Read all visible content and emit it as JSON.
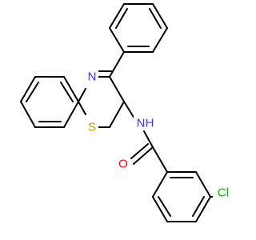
{
  "diagram": {
    "type": "chemical-structure",
    "atoms": {
      "N_ring": {
        "symbol": "N",
        "color": "#3333ff"
      },
      "S_ring": {
        "symbol": "S",
        "color": "#b3a100"
      },
      "N_amide": {
        "symbol": "N",
        "color": "#3333ff"
      },
      "H_amide": {
        "symbol": "H",
        "color": "#3333ff"
      },
      "O_carbonyl": {
        "symbol": "O",
        "color": "#ff0000"
      },
      "Cl": {
        "symbol": "Cl",
        "color": "#00b300"
      }
    },
    "bond_color": "#000000"
  }
}
